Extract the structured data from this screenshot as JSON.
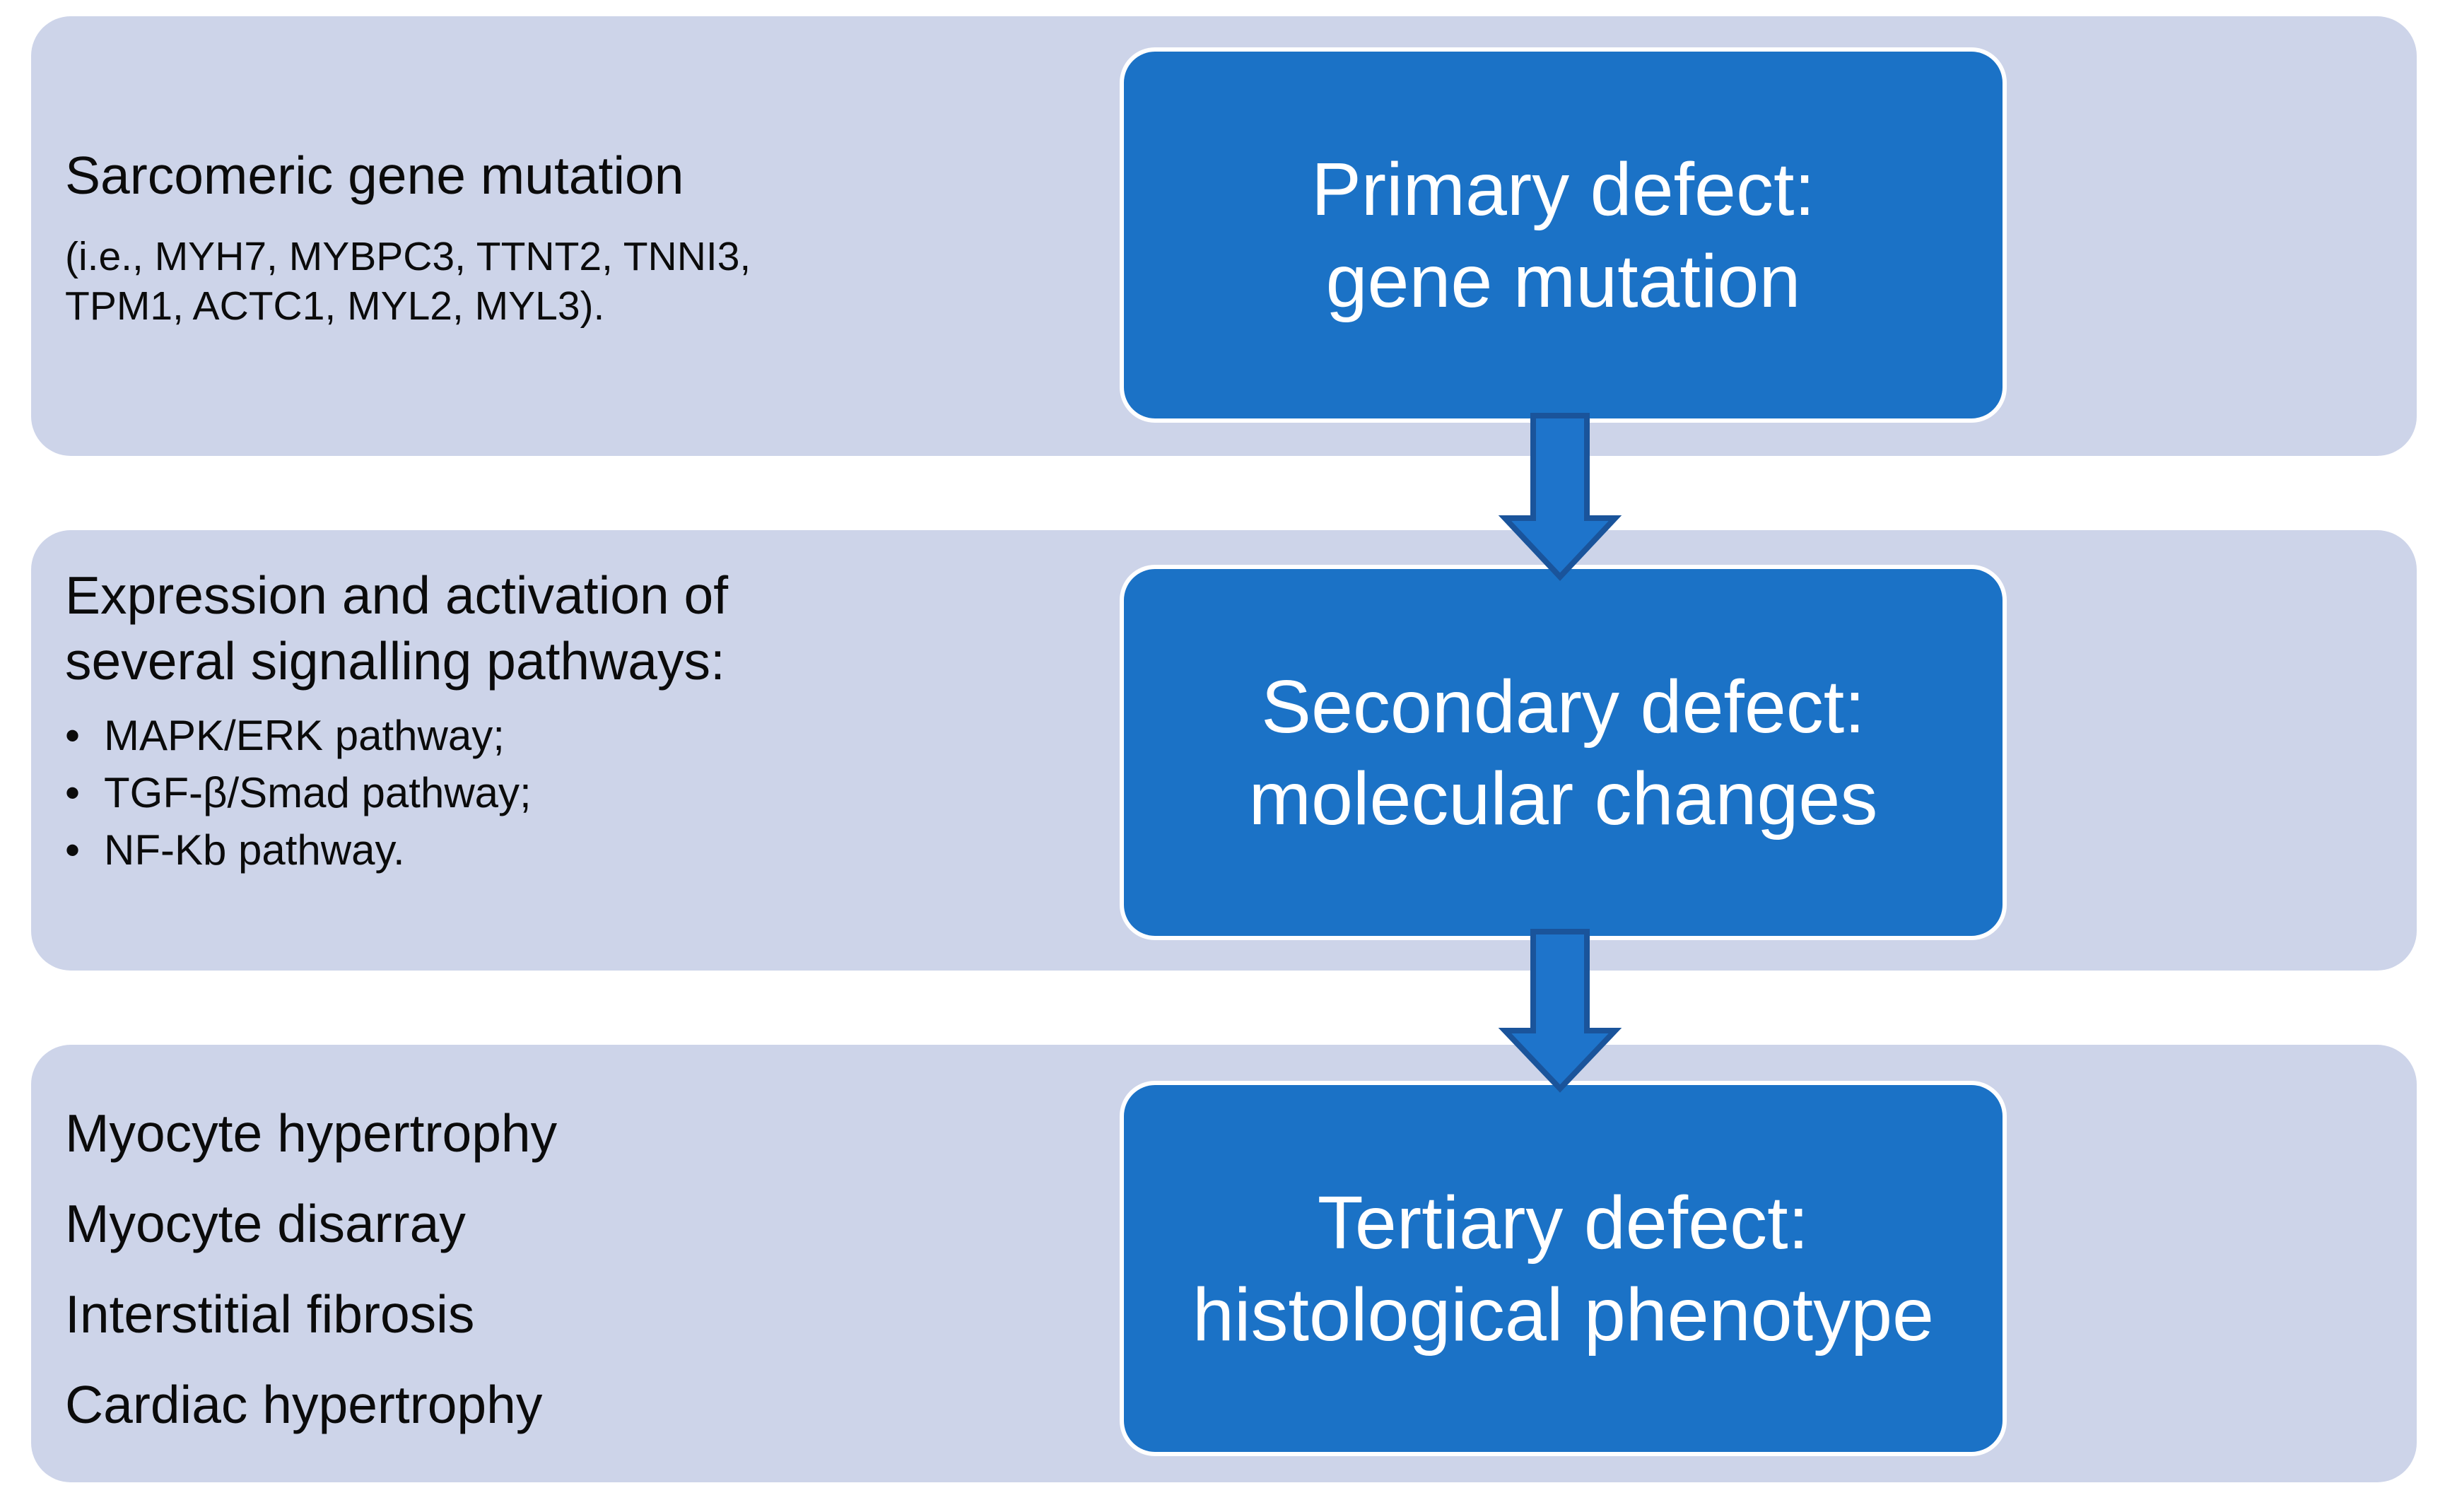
{
  "colors": {
    "page_bg": "#FFFFFF",
    "band_bg": "#CDD4E9",
    "box_fill": "#1B72C6",
    "box_border": "#FFFFFF",
    "arrow_fill": "#1E74CB",
    "arrow_outline": "#1A549B",
    "band_text": "#0B0B0B",
    "box_text": "#FFFFFF"
  },
  "rows": [
    {
      "label": {
        "heading": "Sarcomeric gene mutation",
        "sub_lines": [
          "(i.e., MYH7, MYBPC3, TTNT2, TNNI3,",
          "TPM1, ACTC1, MYL2, MYL3)."
        ]
      },
      "box": {
        "line1": "Primary defect:",
        "line2": "gene mutation"
      }
    },
    {
      "label": {
        "heading_lines": [
          "Expression and activation of",
          "several signalling pathways:"
        ],
        "bullet_glyph": "•",
        "bullets": [
          "MAPK/ERK pathway;",
          "TGF-β/Smad pathway;",
          "NF-Kb pathway."
        ]
      },
      "box": {
        "line1": "Secondary defect:",
        "line2": "molecular changes"
      }
    },
    {
      "label": {
        "items": [
          "Myocyte hypertrophy",
          "Myocyte disarray",
          "Interstitial fibrosis",
          "Cardiac hypertrophy"
        ]
      },
      "box": {
        "line1": "Tertiary defect:",
        "line2": "histological phenotype"
      }
    }
  ]
}
